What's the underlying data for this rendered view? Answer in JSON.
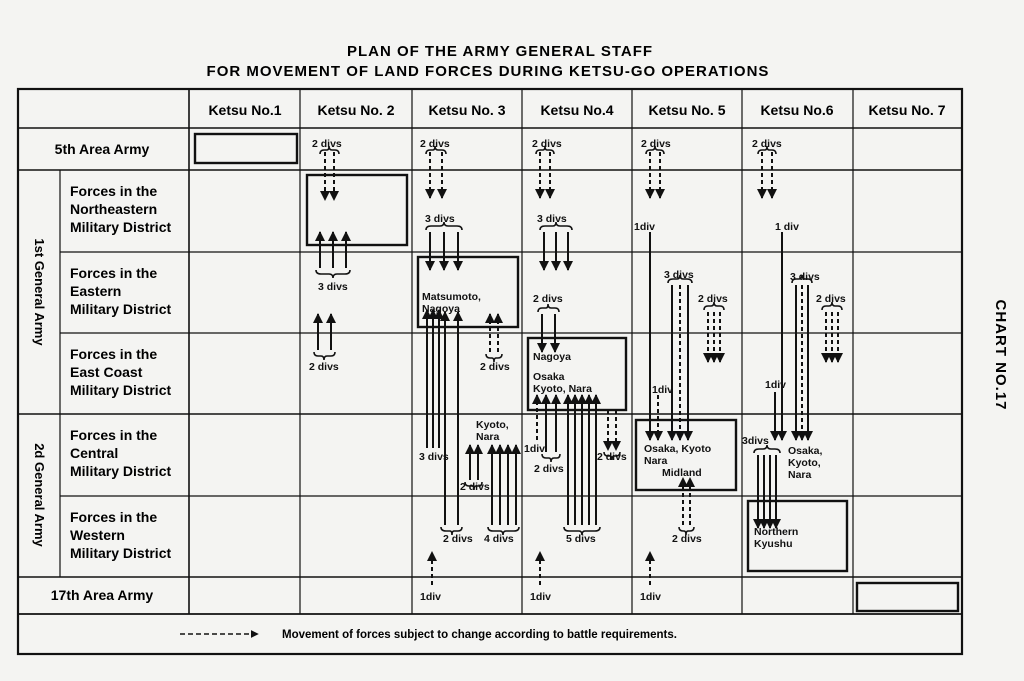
{
  "title": {
    "line1": "PLAN OF THE ARMY GENERAL STAFF",
    "line2": "FOR MOVEMENT OF LAND FORCES DURING KETSU-GO OPERATIONS"
  },
  "side_label": "CHART NO.17",
  "columns": [
    "Ketsu No.1",
    "Ketsu No. 2",
    "Ketsu No. 3",
    "Ketsu No.4",
    "Ketsu No. 5",
    "Ketsu No.6",
    "Ketsu No. 7"
  ],
  "rows": {
    "r0": "5th Area Army",
    "r1": [
      "Forces in the",
      "Northeastern",
      "Military District"
    ],
    "r2": [
      "Forces in the",
      "Eastern",
      "Military District"
    ],
    "r3": [
      "Forces in the",
      "East Coast",
      "Military District"
    ],
    "r4": [
      "Forces in the",
      "Central",
      "Military District"
    ],
    "r5": [
      "Forces in the",
      "Western",
      "Military District"
    ],
    "r6": "17th Area Army"
  },
  "groups": {
    "first": [
      "1st",
      "General",
      "Army"
    ],
    "second": [
      "2d",
      "General",
      "Army"
    ]
  },
  "labels": {
    "divs2": "2 divs",
    "divs3": "3 divs",
    "divs4": "4 divs",
    "divs5": "5 divs",
    "div1": "1 div",
    "div1b": "1div",
    "divs3b": "3divs",
    "matsumoto": "Matsumoto,",
    "nagoya_c": "Nagoya",
    "nagoya": "Nagoya",
    "osaka": "Osaka",
    "kyoto_nara": "Kyoto, Nara",
    "kyoto_c": "Kyoto,",
    "nara": "Nara",
    "osaka_kyoto": "Osaka, Kyoto",
    "midland": "Midland",
    "osaka_c": "Osaka,",
    "northern": "Northern",
    "kyushu": "Kyushu"
  },
  "legend": "Movement of forces subject to change according to battle requirements."
}
